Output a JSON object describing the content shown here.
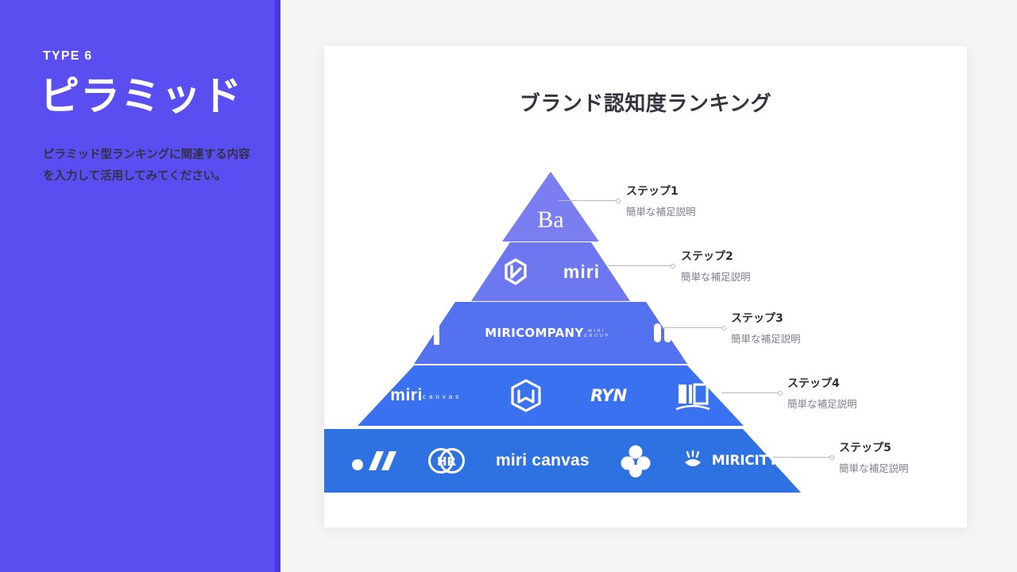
{
  "sidebar": {
    "type_label": "TYPE 6",
    "title": "ピラミッド",
    "description": "ピラミッド型ランキングに関連する内容を入力して活用してみてください。",
    "bg_color": "#5a4ef0",
    "accent_color": "#4a38e8"
  },
  "card": {
    "title": "ブランド認知度ランキング",
    "bg_color": "#ffffff"
  },
  "pyramid": {
    "tiers": [
      {
        "index": 1,
        "color": "#7b7ef0",
        "shape": "triangle",
        "logos": [
          {
            "name": "ba-monogram-logo",
            "text": "Ba"
          }
        ]
      },
      {
        "index": 2,
        "color": "#6d77f0",
        "shape": "trapezoid",
        "logos": [
          {
            "name": "arrow-hex-logo",
            "text": ""
          },
          {
            "name": "miri-wordmark-logo",
            "text": "miri"
          }
        ]
      },
      {
        "index": 3,
        "color": "#5471ef",
        "shape": "trapezoid",
        "logos": [
          {
            "name": "m-mark-logo",
            "text": "M"
          },
          {
            "name": "miricompany-logo",
            "text": "MIRICOMPANY",
            "subtext": "MIRI GROUP"
          },
          {
            "name": "mk-monogram-logo",
            "text": "MK"
          }
        ]
      },
      {
        "index": 4,
        "color": "#3a71f0",
        "shape": "trapezoid",
        "logos": [
          {
            "name": "miri-canvas-stacked-logo",
            "text": "miri",
            "subtext": "canvas"
          },
          {
            "name": "cube-hex-logo",
            "text": ""
          },
          {
            "name": "ryn-wordmark-logo",
            "text": "RYN"
          },
          {
            "name": "building-mark-logo",
            "text": ""
          }
        ]
      },
      {
        "index": 5,
        "color": "#2d72e0",
        "shape": "trapezoid",
        "logos": [
          {
            "name": "dot-slash-mark-logo",
            "text": ""
          },
          {
            "name": "hr-circle-logo",
            "text": "HR"
          },
          {
            "name": "miri-canvas-wordmark-logo",
            "text": "miri canvas"
          },
          {
            "name": "clover-plus-logo",
            "text": ""
          },
          {
            "name": "miricity-logo",
            "text": "MIRICITY"
          }
        ]
      }
    ]
  },
  "callouts": [
    {
      "title": "ステップ1",
      "subtitle": "簡単な補足説明"
    },
    {
      "title": "ステップ2",
      "subtitle": "簡単な補足説明"
    },
    {
      "title": "ステップ3",
      "subtitle": "簡単な補足説明"
    },
    {
      "title": "ステップ4",
      "subtitle": "簡単な補足説明"
    },
    {
      "title": "ステップ5",
      "subtitle": "簡単な補足説明"
    }
  ]
}
